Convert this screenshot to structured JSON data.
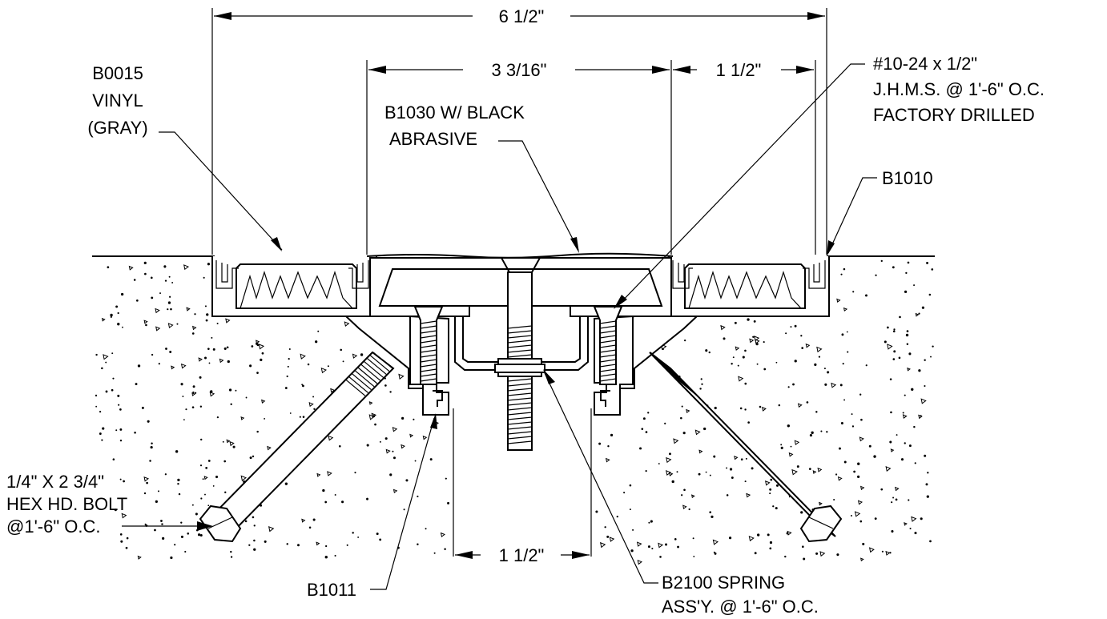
{
  "dimensions": {
    "overall_width": "6 1/2\"",
    "center_width": "3 3/16\"",
    "right_flange_width": "1 1/2\"",
    "joint_gap": "1 1/2\""
  },
  "callouts": {
    "vinyl": [
      "B0015",
      "VINYL",
      "(GRAY)"
    ],
    "cover_plate": [
      "B1030 W/ BLACK",
      "ABRASIVE"
    ],
    "screw": [
      "#10-24 x 1/2\"",
      "J.H.M.S. @ 1'-6\" O.C.",
      "FACTORY DRILLED"
    ],
    "frame": [
      "B1010"
    ],
    "bolt": [
      "1/4\" X 2 3/4\"",
      "HEX HD. BOLT",
      "@1'-6\" O.C."
    ],
    "retainer": [
      "B1011"
    ],
    "spring": [
      "B2100 SPRING",
      "ASS'Y. @ 1'-6\" O.C."
    ]
  },
  "colors": {
    "line": "#000000",
    "background": "#ffffff"
  }
}
